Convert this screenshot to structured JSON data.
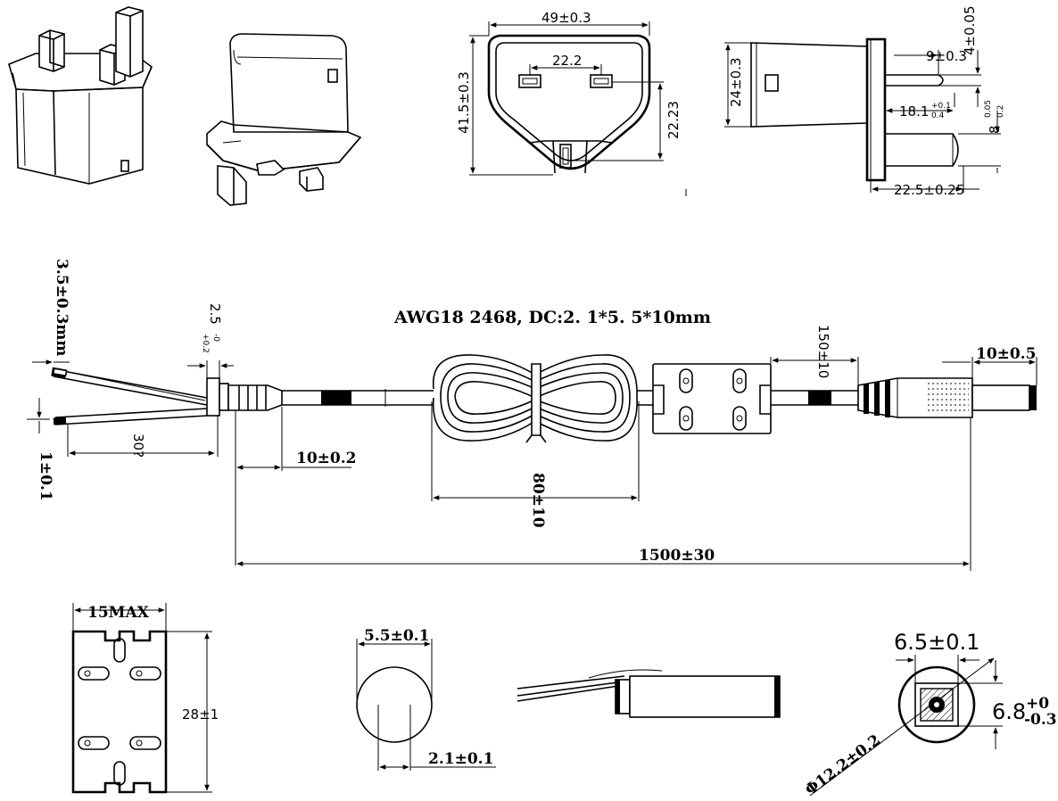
{
  "cable_spec": "AWG18 2468, DC:2. 1*5. 5*10mm",
  "plug_face": {
    "width": "49±0.3",
    "height": "41.5±0.3",
    "pin_spacing": "22.2",
    "earth_offset": "22.23"
  },
  "plug_side": {
    "height": "24±0.3",
    "pin_length": "9±0.3",
    "pin_thick": "4±0.05",
    "earth_offset": "18.1",
    "earth_offset_tol_upper": "+0.1",
    "earth_offset_tol_lower": "0.4",
    "earth_width": "8",
    "earth_width_tol_upper": "0.05",
    "earth_width_tol_lower": "0.2",
    "earth_length": "22.5±0.25"
  },
  "cable": {
    "wire_spacing": "3.5±0.3mm",
    "relief_label": "2.5",
    "relief_tol": "+0.2",
    "relief_tol2": "-0",
    "strip_length": "30?",
    "tin_length": "1±0.1",
    "boot_length": "10±0.2",
    "coil_length": "80±10",
    "core_offset": "150±10",
    "plug_length": "10±0.5",
    "total_length": "1500±30"
  },
  "ferrite": {
    "width": "15MAX",
    "height": "28±1"
  },
  "dc_plug": {
    "outer": "5.5±0.1",
    "inner": "2.1±0.1"
  },
  "outlet": {
    "width": "6.5±0.1",
    "height": "6.8",
    "height_tol_upper": "+0",
    "height_tol_lower": "-0.3",
    "diameter": "Φ12.2±0.2"
  }
}
